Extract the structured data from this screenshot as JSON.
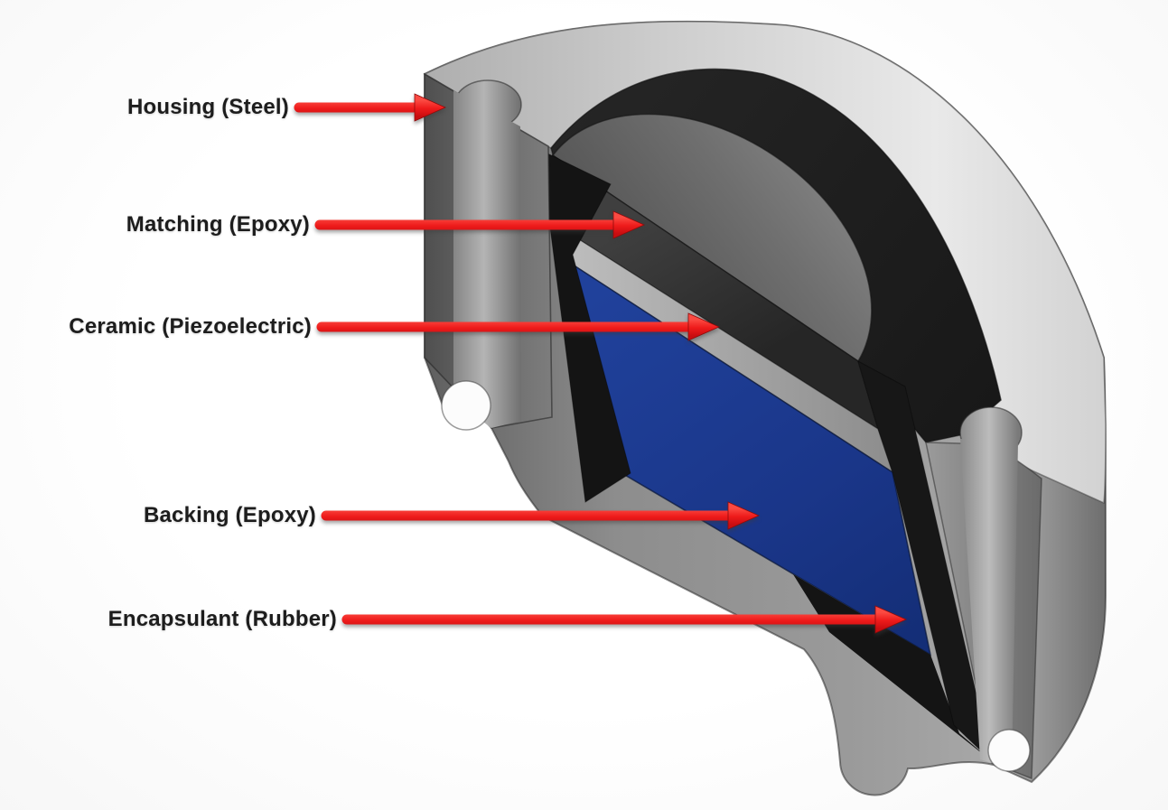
{
  "diagram": {
    "background_color": "#fcfcfc",
    "arrow_color": "#ee1b1b",
    "label_text_color": "#1d1d1d",
    "labels": [
      {
        "text": "Housing (Steel)",
        "part": "housing",
        "part_color": "#8d8d8d"
      },
      {
        "text": "Matching (Epoxy)",
        "part": "matching-layer",
        "part_color": "#333333"
      },
      {
        "text": "Ceramic (Piezoelectric)",
        "part": "ceramic-layer",
        "part_color": "#a8a8a8"
      },
      {
        "text": "Backing (Epoxy)",
        "part": "backing-layer",
        "part_color": "#1b3a90"
      },
      {
        "text": "Encapsulant (Rubber)",
        "part": "encapsulant-layer",
        "part_color": "#161616"
      }
    ]
  }
}
